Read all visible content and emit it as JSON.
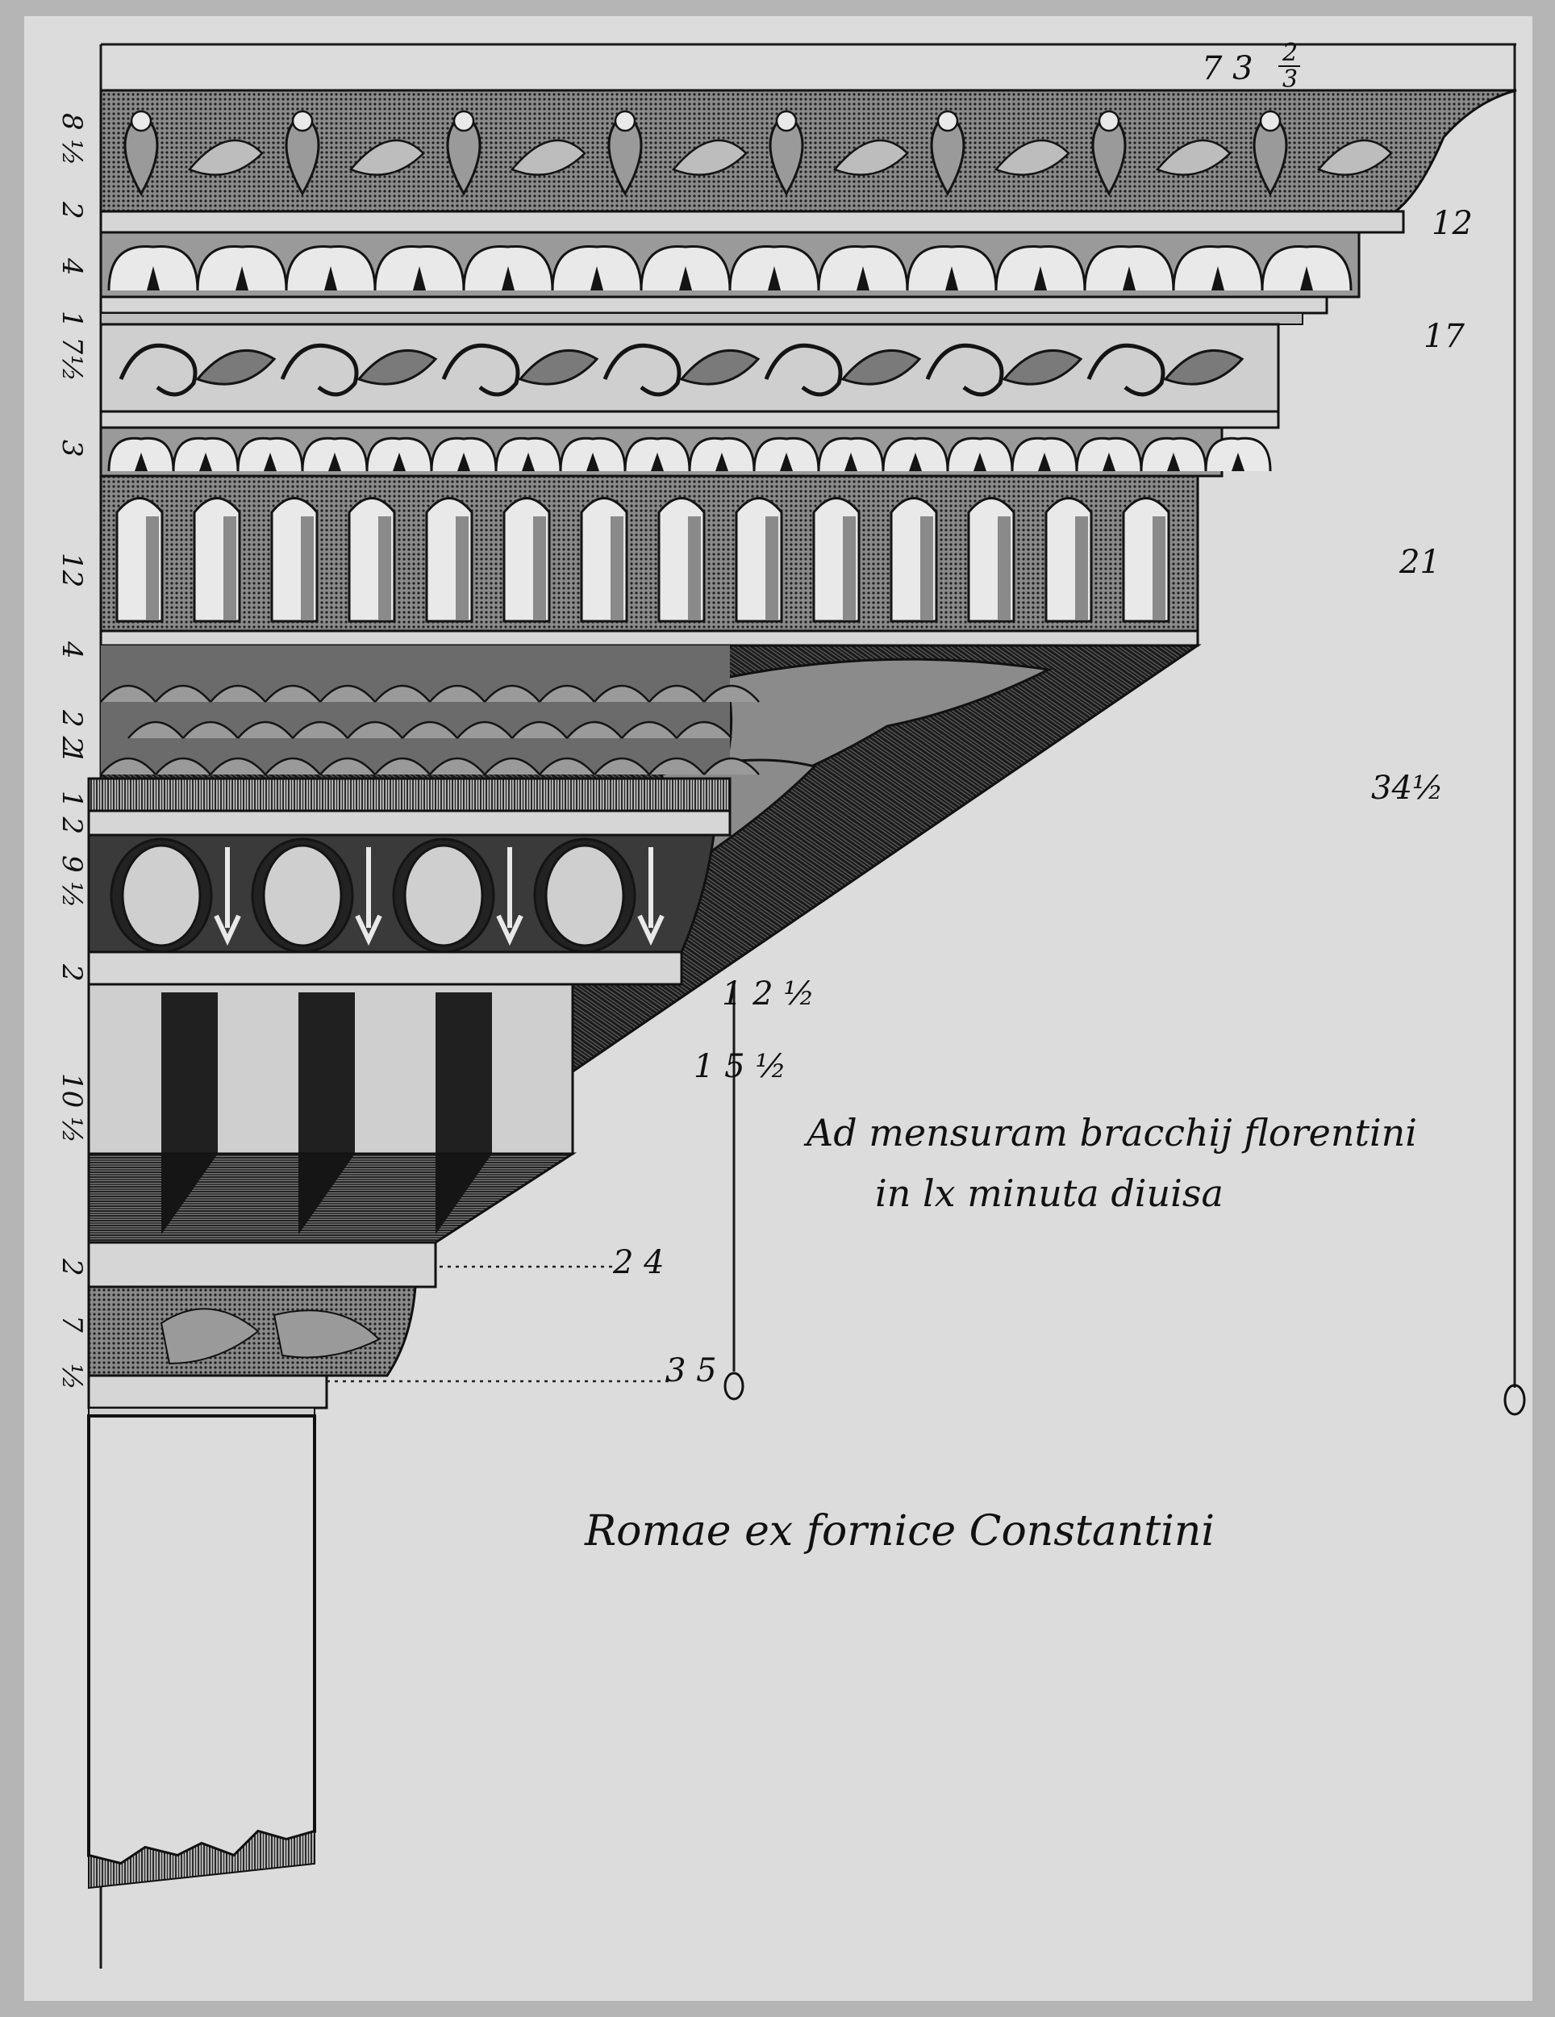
{
  "colors": {
    "paper": "#dcdcdc",
    "paper_edge": "#b5b5b5",
    "ink": "#141414",
    "mid": "#5a5a5a",
    "light": "#e9e9e9"
  },
  "top_measure": {
    "whole": "7 3",
    "frac_top": "2",
    "frac_bottom": "3"
  },
  "left_measures": [
    "8 ½",
    "2",
    "4",
    "1 7",
    "½",
    "3",
    "12",
    "4",
    "2 2",
    "1",
    "1 2",
    "9 ½",
    "2",
    "10 ½",
    "2",
    "7",
    "½"
  ],
  "right_measures": [
    "12",
    "17",
    "21",
    "34½"
  ],
  "inner_measures": [
    "1 2 ½",
    "1 5 ½",
    "2 4",
    "3 5"
  ],
  "caption_line1": "Ad mensuram bracchij florentini",
  "caption_line2": "in lx minuta diuisa",
  "title": "Romae ex fornice Constantini"
}
